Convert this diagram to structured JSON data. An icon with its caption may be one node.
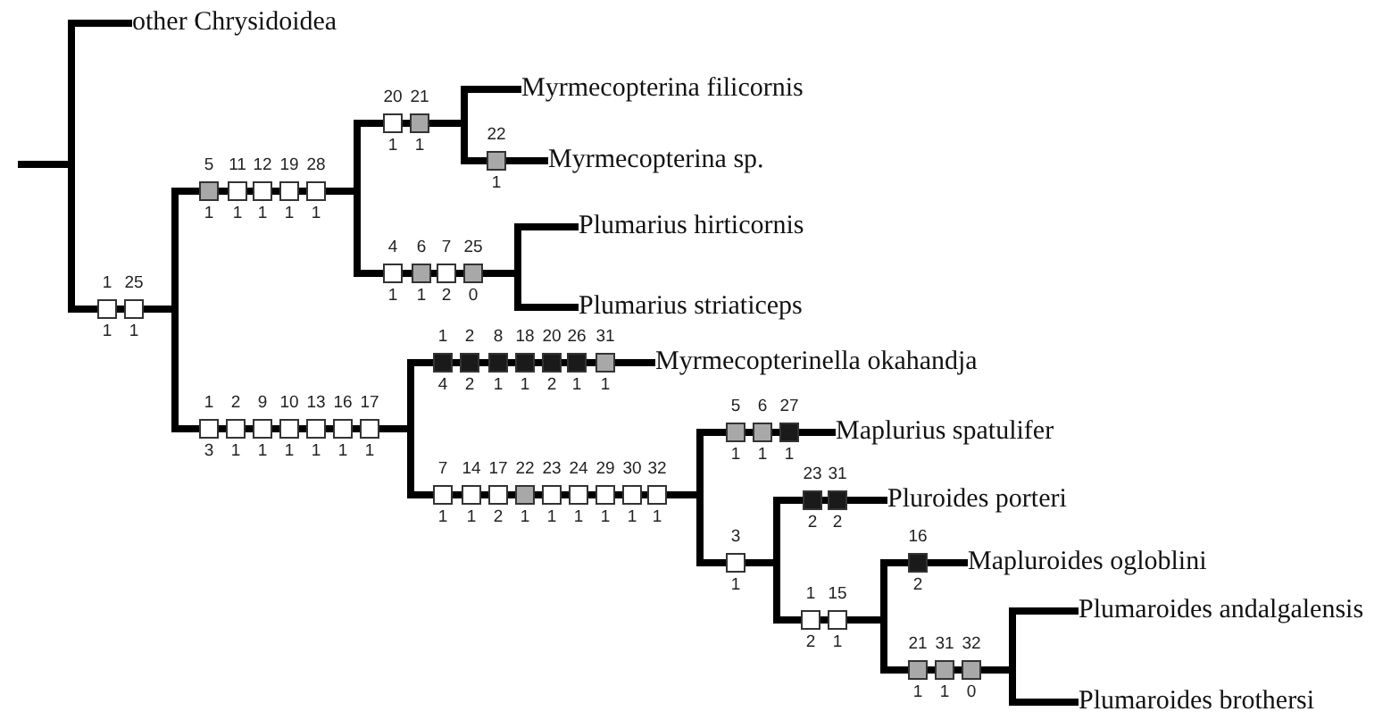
{
  "diagram": {
    "nodes": [
      {
        "text": [
          "other Chrysidoidea"
        ]
      },
      {
        "text": [
          "Myrmecopterina filicornis"
        ]
      },
      {
        "text": [
          "Myrmecopterina sp."
        ]
      },
      {
        "text": [
          "Plumarius hirticornis"
        ]
      },
      {
        "text": [
          "Plumarius striaticeps"
        ]
      },
      {
        "text": [
          "Myrmecopterinella okahandja"
        ]
      },
      {
        "text": [
          "Maplurius spatulifer"
        ]
      },
      {
        "text": [
          "Pluroides porteri"
        ]
      },
      {
        "text": [
          "Mapluroides ogloblini"
        ]
      },
      {
        "text": [
          "Plumaroides andalgalensis"
        ]
      },
      {
        "text": [
          "Plumaroides brothersi"
        ]
      }
    ],
    "labels": [
      "1",
      "25",
      "1",
      "1",
      "5",
      "11",
      "12",
      "19",
      "28",
      "1",
      "1",
      "1",
      "1",
      "1",
      "20",
      "21",
      "1",
      "1",
      "22",
      "1",
      "4",
      "6",
      "7",
      "25",
      "1",
      "1",
      "2",
      "0",
      "1",
      "2",
      "9",
      "10",
      "13",
      "16",
      "17",
      "3",
      "1",
      "1",
      "1",
      "1",
      "1",
      "1",
      "1",
      "2",
      "8",
      "18",
      "20",
      "26",
      "31",
      "4",
      "2",
      "1",
      "1",
      "2",
      "1",
      "1",
      "7",
      "14",
      "17",
      "22",
      "23",
      "24",
      "29",
      "30",
      "32",
      "1",
      "1",
      "2",
      "1",
      "1",
      "1",
      "1",
      "1",
      "1",
      "5",
      "6",
      "27",
      "1",
      "1",
      "1",
      "3",
      "1",
      "23",
      "31",
      "2",
      "2",
      "1",
      "15",
      "2",
      "1",
      "16",
      "2",
      "21",
      "31",
      "32",
      "1",
      "1",
      "0"
    ]
  }
}
